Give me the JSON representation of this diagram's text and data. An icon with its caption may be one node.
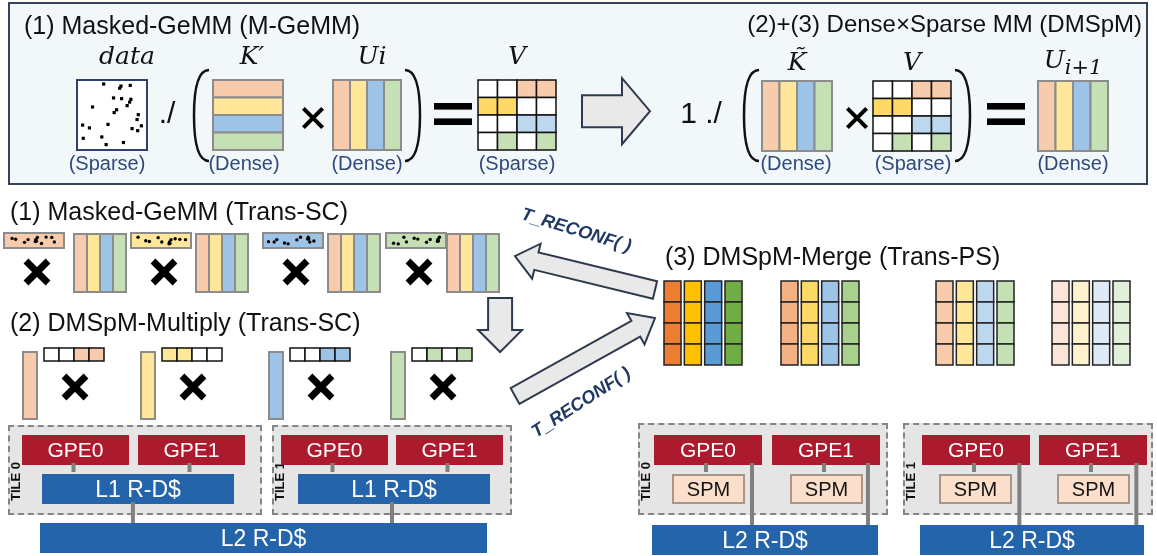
{
  "diagram": {
    "nodes": [
      {
        "text": [],
        "shape": "box"
      },
      {
        "text": [
          "(1) Masked-GeMM (M-GeMM)",
          "data",
          "(Sparse)",
          "./",
          "K′",
          "(Dense)",
          "Ui",
          "(Dense)",
          "V",
          "(Sparse)"
        ],
        "in": 0
      },
      {
        "text": [
          "(2)+(3) Dense×Sparse MM (DMSpM)",
          "1 ./",
          "K̃",
          "(Dense)",
          "V",
          "(Sparse)",
          "U$_{i+1}$",
          "(Dense)"
        ],
        "in": 0
      },
      {
        "text": [
          "(1) Masked-GeMM (Trans-SC)"
        ]
      },
      {
        "text": [
          "(2) DMSpM-Multiply (Trans-SC)"
        ]
      },
      {
        "text": [
          "(3) DMSpM-Merge (Trans-PS)"
        ]
      },
      {
        "text": [
          "TILE 0"
        ]
      },
      {
        "text": [
          "GPE0"
        ],
        "in": 6
      },
      {
        "text": [
          "GPE1"
        ],
        "in": 6
      },
      {
        "text": [
          "L1 R-D$"
        ],
        "in": 6
      },
      {
        "text": [
          "TILE 1"
        ]
      },
      {
        "text": [
          "GPE0"
        ],
        "in": 10
      },
      {
        "text": [
          "GPE1"
        ],
        "in": 10
      },
      {
        "text": [
          "L1 R-D$"
        ],
        "in": 10
      },
      {
        "text": [
          "L2 R-D$"
        ]
      },
      {
        "text": [
          "TILE 0"
        ]
      },
      {
        "text": [
          "GPE0"
        ],
        "in": 15
      },
      {
        "text": [
          "GPE1"
        ],
        "in": 15
      },
      {
        "text": [
          "SPM"
        ],
        "in": 15
      },
      {
        "text": [
          "SPM"
        ],
        "in": 15
      },
      {
        "text": [
          "L2 R-D$"
        ]
      },
      {
        "text": [
          "TILE 1"
        ]
      },
      {
        "text": [
          "GPE0"
        ],
        "in": 21
      },
      {
        "text": [
          "GPE1"
        ],
        "in": 21
      },
      {
        "text": [
          "SPM"
        ],
        "in": 21
      },
      {
        "text": [
          "SPM"
        ],
        "in": 21
      },
      {
        "text": [
          "L2 R-D$"
        ]
      }
    ],
    "edges": [
      {
        "from": 1,
        "to": 2,
        "arrow": "to",
        "style": "thick"
      },
      {
        "from": 5,
        "to": 3,
        "arrow": "to",
        "style": "thick",
        "label": "T_RECONF( )"
      },
      {
        "from": 3,
        "to": 4,
        "arrow": "to",
        "style": "thick"
      },
      {
        "from": 4,
        "to": 5,
        "arrow": "to",
        "style": "thick",
        "label": "T_RECONF( )"
      },
      {
        "from": 7,
        "to": 9,
        "arrow": "none"
      },
      {
        "from": 8,
        "to": 9,
        "arrow": "none"
      },
      {
        "from": 11,
        "to": 13,
        "arrow": "none"
      },
      {
        "from": 12,
        "to": 13,
        "arrow": "none"
      },
      {
        "from": 9,
        "to": 14,
        "arrow": "none"
      },
      {
        "from": 13,
        "to": 14,
        "arrow": "none"
      },
      {
        "from": 16,
        "to": 18,
        "arrow": "none"
      },
      {
        "from": 17,
        "to": 19,
        "arrow": "none"
      },
      {
        "from": 16,
        "to": 20,
        "arrow": "none"
      },
      {
        "from": 17,
        "to": 20,
        "arrow": "none"
      },
      {
        "from": 22,
        "to": 24,
        "arrow": "none"
      },
      {
        "from": 23,
        "to": 25,
        "arrow": "none"
      },
      {
        "from": 22,
        "to": 26,
        "arrow": "none"
      },
      {
        "from": 23,
        "to": 26,
        "arrow": "none"
      }
    ]
  }
}
